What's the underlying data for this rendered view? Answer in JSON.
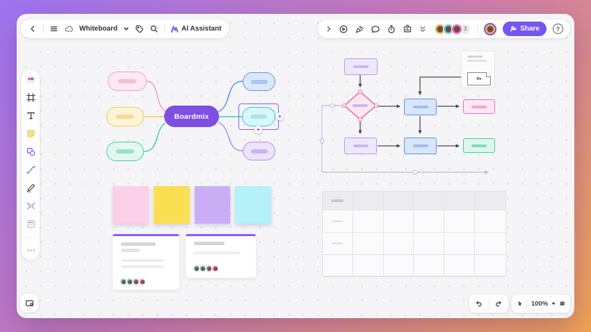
{
  "colors": {
    "background_gradient": [
      "#9e74f2",
      "#c97bb4",
      "#f2a254"
    ],
    "accent": "#8b5cf6",
    "share_button": "#7456f1",
    "canvas_bg": "#f5f5f7",
    "mindmap_center": "#7d4fe3"
  },
  "topbar": {
    "board_name": "Whiteboard",
    "ai_assistant_label": "AI Assistant",
    "left_icons": [
      "back-chevron",
      "menu",
      "cloud-sync",
      "dropdown-chevron",
      "tag",
      "search",
      "ai-logo"
    ],
    "right_icons": [
      "collapse-chevron",
      "play",
      "celebrate",
      "comment",
      "timer",
      "charts",
      "double-chevron-down"
    ],
    "collaborators_overflow": "3",
    "collaborator_avatar_colors": [
      "#f0b14e",
      "#66cfe6",
      "#ef6ab0"
    ],
    "own_avatar_ring": "#7456f1",
    "share_label": "Share",
    "help_label": "?"
  },
  "sidebar": {
    "tools": [
      "templates",
      "frame",
      "text",
      "sticky-note",
      "shapes",
      "connector",
      "pen",
      "mindmap",
      "kanban",
      "more"
    ]
  },
  "canvas": {
    "mindmap": {
      "center_label": "Boardmix",
      "branch_colors": {
        "pink": "#f29aca",
        "yellow": "#f3c94f",
        "green": "#46cfa0",
        "blue": "#5a92ec",
        "cyan": "#35c8dc",
        "purple": "#a98df2"
      }
    },
    "flowchart": {
      "file_card_label": "file"
    },
    "sticky_notes": [
      "#fad1e8",
      "#fbdf52",
      "#c9aef5",
      "#b5f1f8"
    ],
    "task_cards": {
      "avatar_colors": [
        "#8ed7ee",
        "#8adbc8",
        "#c5b2f2",
        "#f6b3cc"
      ]
    },
    "table": {
      "columns": 6,
      "rows": 4
    }
  },
  "footer": {
    "zoom_level": "100%"
  }
}
